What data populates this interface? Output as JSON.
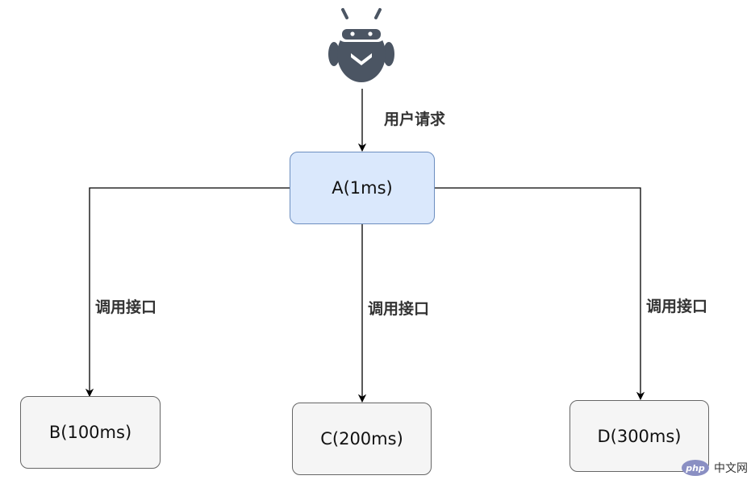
{
  "icons": {
    "user": "robot-user-icon"
  },
  "nodes": {
    "a": {
      "label": "A(1ms)",
      "fill": "#dae8fc",
      "stroke": "#6c8ebf"
    },
    "b": {
      "label": "B(100ms)",
      "fill": "#f5f5f5",
      "stroke": "#666666"
    },
    "c": {
      "label": "C(200ms)",
      "fill": "#f5f5f5",
      "stroke": "#666666"
    },
    "d": {
      "label": "D(300ms)",
      "fill": "#f5f5f5",
      "stroke": "#666666"
    }
  },
  "edges": {
    "user_to_a": "用户请求",
    "a_to_b": "调用接口",
    "a_to_c": "调用接口",
    "a_to_d": "调用接口"
  },
  "watermark": {
    "logo": "php",
    "text": "中文网"
  }
}
